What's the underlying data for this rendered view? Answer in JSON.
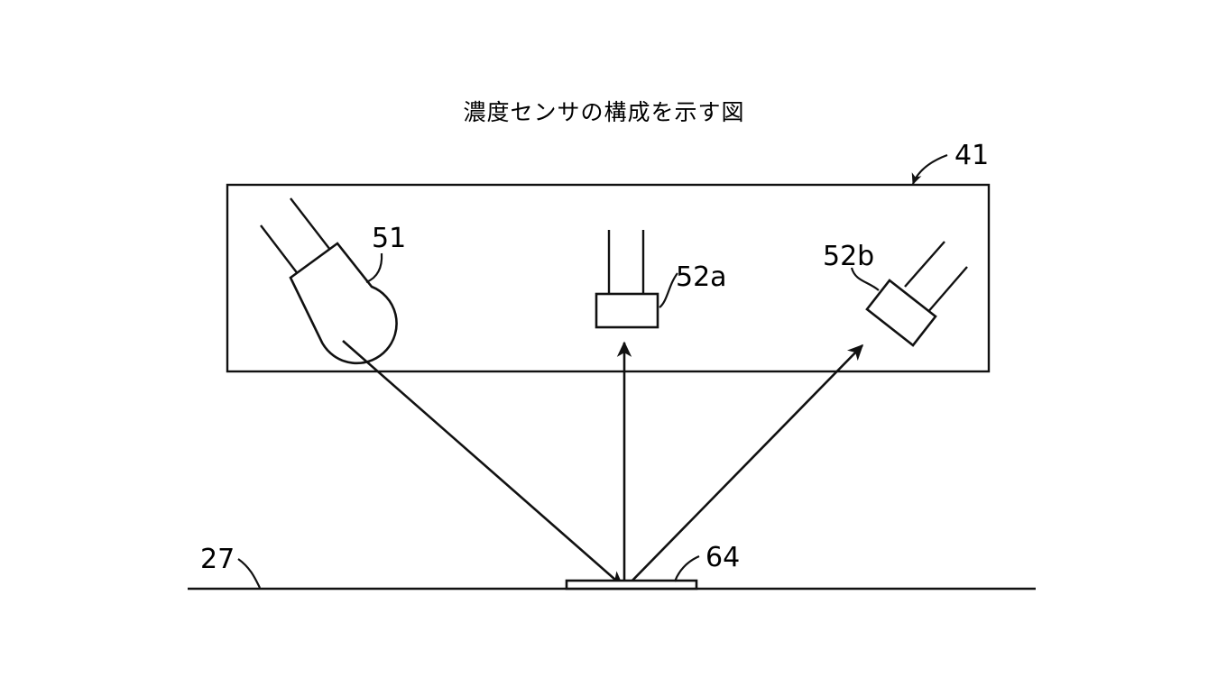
{
  "figure": {
    "title": "濃度センサの構成を示す図",
    "kind": "patent-line-drawing",
    "background_color": "#ffffff",
    "line_color": "#111111"
  },
  "reference_labels": {
    "housing": "41",
    "light_emitter": "51",
    "specular_detector": "52a",
    "diffuse_detector": "52b",
    "media_surface": "27",
    "toner_patch": "64"
  },
  "parts": {
    "housing": {
      "name": "41",
      "description": "sensor housing outline"
    },
    "light_emitter": {
      "name": "51",
      "description": "LED light emitting element with two lead wires"
    },
    "specular_detector": {
      "name": "52a",
      "description": "vertical photodetector above patch with two lead wires"
    },
    "diffuse_detector": {
      "name": "52b",
      "description": "tilted photodetector with two lead wires"
    },
    "media_surface": {
      "name": "27",
      "description": "intermediate transfer belt surface line"
    },
    "toner_patch": {
      "name": "64",
      "description": "toner density patch on the belt"
    }
  },
  "rays": [
    {
      "name": "incident-ray",
      "from": "51",
      "to": "64"
    },
    {
      "name": "specular-ray",
      "from": "64",
      "to": "52a"
    },
    {
      "name": "diffuse-ray",
      "from": "64",
      "to": "52b"
    }
  ]
}
